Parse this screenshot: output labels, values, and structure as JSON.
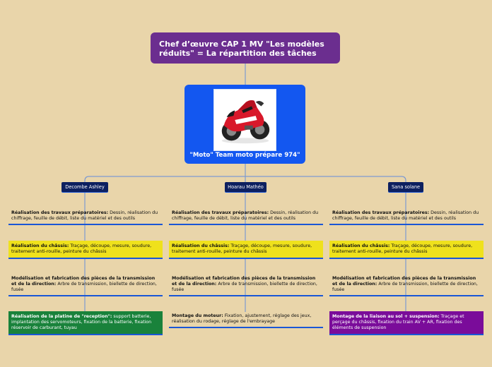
{
  "title": "Chef d’œuvre CAP 1 MV \"Les modèles réduits\" = La répartition des tâches",
  "central": {
    "label": "\"Moto\" Team moto prépare 974\"",
    "image_icon": "ducati-motorcycle-image"
  },
  "members": [
    {
      "name": "Decombe Ashley",
      "tasks": [
        {
          "title": "Réalisation des travaux préparatoires:",
          "text": " Dessin, réalisation du chiffrage, feuille de débit, liste du matériel et des outils",
          "style": "plain"
        },
        {
          "title": "Réalisation du châssis:",
          "text": " Traçage, découpe, mesure, soudure, traitement anti-rouille, peinture du châssis",
          "style": "yellow"
        },
        {
          "title": "Modélisation et fabrication des pièces de la transmission et de la direction:",
          "text": " Arbre de transmission, biellette de direction, fusée",
          "style": "plain"
        },
        {
          "title": "Réalisation de la platine de \"reception\":",
          "text": " support batterie, implantation des servomoteurs, fixation de la batterie, fixation réservoir de carburant, tuyau",
          "style": "green"
        }
      ]
    },
    {
      "name": "Hoarau Mathéo",
      "tasks": [
        {
          "title": "Réalisation des travaux préparatoires:",
          "text": " Dessin, réalisation du chiffrage, feuille de débit, liste du matériel et des outils",
          "style": "plain"
        },
        {
          "title": "Réalisation du châssis:",
          "text": " Traçage, découpe, mesure, soudure, traitement anti-rouille, peinture du châssis",
          "style": "yellow"
        },
        {
          "title": "Modélisation et fabrication des pièces de la transmission et de la direction:",
          "text": " Arbre de transmission, biellette de direction, fusée",
          "style": "plain"
        },
        {
          "title": "Montage du moteur:",
          "text": " Fixation, ajustement, réglage des jeux, réalisation du rodage, réglage de l'embrayage",
          "style": "plain"
        }
      ]
    },
    {
      "name": "Sana solane",
      "tasks": [
        {
          "title": "Réalisation des travaux préparatoires:",
          "text": " Dessin, réalisation du chiffrage, feuille de débit, liste du matériel et des outils",
          "style": "plain"
        },
        {
          "title": "Réalisation du châssis:",
          "text": " Traçage, découpe, mesure, soudure, traitement anti-rouille, peinture du châssis",
          "style": "yellow"
        },
        {
          "title": "Modélisation et fabrication des pièces de la transmission et de la direction:",
          "text": " Arbre de transmission, biellette de direction, fusée",
          "style": "plain"
        },
        {
          "title": "Montage de la liaison au sol + suspension:",
          "text": " Traçage et perçage du châssis, fixation du train AV + AR, fixation des éléments de suspension",
          "style": "purple"
        }
      ]
    }
  ],
  "colors": {
    "background": "#e9d5aa",
    "title_box": "#6b2e8f",
    "central_box": "#1357f0",
    "member_box": "#0d2060",
    "connector": "#7e9ad0",
    "underline": "#1a56d6",
    "yellow": "#efe11c",
    "green": "#19823b",
    "purple": "#7a0c9a"
  }
}
